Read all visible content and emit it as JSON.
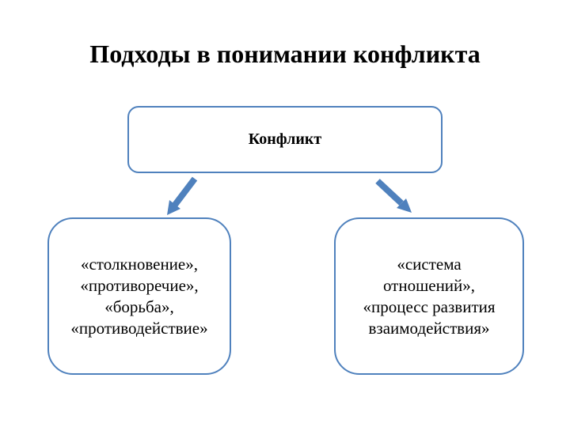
{
  "title": "Подходы в понимании конфликта",
  "root": {
    "label": "Конфликт"
  },
  "left_node": {
    "lines": [
      "«столкновение»,",
      "«противоречие»,",
      "«борьба»,",
      "«противодействие»"
    ]
  },
  "right_node": {
    "lines": [
      "«система",
      "отношений»,",
      "«процесс развития",
      "взаимодействия»"
    ]
  },
  "colors": {
    "border": "#4f81bd",
    "arrow": "#4f81bd",
    "background": "#ffffff",
    "text": "#000000"
  }
}
